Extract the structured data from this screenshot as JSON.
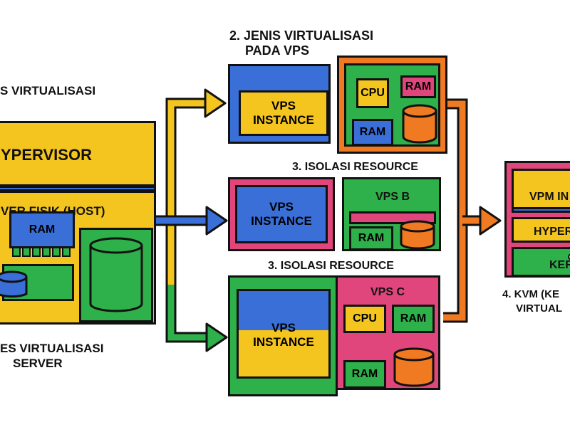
{
  "colors": {
    "yellow": "#f5c51f",
    "blue": "#3a6fd8",
    "green": "#2eb04a",
    "pink": "#e0457b",
    "orange": "#f07a22",
    "outline": "#111111"
  },
  "labels": {
    "section1_title_line1": "S VIRTUALISASI",
    "section1_title_line2": "",
    "hypervisor": "YPERVISOR",
    "host_server": "VER FISIK (HOST)",
    "host_ram": "RAM",
    "section1_caption_line1": "ES VIRTUALISASI",
    "section1_caption_line2": "SERVER",
    "section2_title_line1": "2. JENIS VIRTUALISASI",
    "section2_title_line2": "PADA VPS",
    "vps_instance_top_line1": "VPS",
    "vps_instance_top_line2": "INSTANCE",
    "top_cpu": "CPU",
    "top_ram_pink": "RAM",
    "top_ram_blue": "RAM",
    "section3a_title": "3. ISOLASI RESOURCE",
    "vps_instance_mid_line1": "VPS",
    "vps_instance_mid_line2": "INSTANCE",
    "vps_b_title": "VPS B",
    "vps_b_ram": "RAM",
    "section3b_title": "3. ISOLASI RESOURCE",
    "vps_instance_bot_line1": "VPS",
    "vps_instance_bot_line2": "INSTANCE",
    "vps_c_title": "VPS C",
    "vps_c_cpu": "CPU",
    "vps_c_ram1": "RAM",
    "vps_c_ram2": "RAM",
    "kvm_vpm": "VPM IN",
    "kvm_hyper": "HYPER",
    "kvm_kernel": "KER",
    "section4_caption_line1": "4. KVM (KE",
    "section4_caption_line2": "VIRTUAL"
  }
}
